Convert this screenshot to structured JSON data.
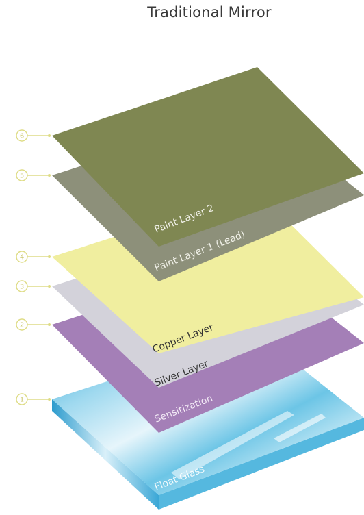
{
  "title": "Traditional Mirror",
  "colors": {
    "marker": "#dedc85",
    "paint2": "#7f8752",
    "paint1": "#8d907a",
    "copper": "#f0ee9f",
    "silver": "#d3d2da",
    "sensitization": "#a47fb7",
    "glass_light": "#eaf6fb",
    "glass_mid": "#5fc0e3",
    "glass_dark": "#2c9bcd"
  },
  "layers": [
    {
      "number": "1",
      "label": "Float Glass"
    },
    {
      "number": "2",
      "label": "Sensitization"
    },
    {
      "number": "3",
      "label": "Silver Layer"
    },
    {
      "number": "4",
      "label": "Copper Layer"
    },
    {
      "number": "5",
      "label": "Paint Layer 1 (Lead)"
    },
    {
      "number": "6",
      "label": "Paint Layer 2"
    }
  ]
}
